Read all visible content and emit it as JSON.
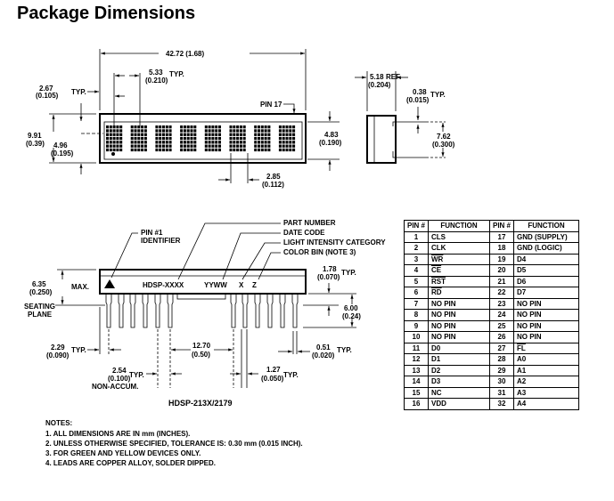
{
  "title": "Package Dimensions",
  "top_view": {
    "overall_length": "42.72 (1.68)",
    "char_pitch": "5.33",
    "char_pitch_in": "(0.210)",
    "typ": "TYP.",
    "edge_offset": "2.67",
    "edge_offset_in": "(0.105)",
    "pin17": "PIN 17",
    "height": "9.91",
    "height_in": "(0.39)",
    "center": "4.96",
    "center_in": "(0.195)",
    "char_height": "4.83",
    "char_height_in": "(0.190)",
    "char_width": "2.85",
    "char_width_in": "(0.112)"
  },
  "side_view": {
    "depth": "5.18",
    "ref": "REF.",
    "depth_in": "(0.204)",
    "lead": "0.38",
    "lead_in": "(0.015)",
    "typ": "TYP.",
    "row_spacing": "7.62",
    "row_spacing_in": "(0.300)"
  },
  "front_view": {
    "part_number": "PART NUMBER",
    "date_code": "DATE CODE",
    "light_intensity": "LIGHT INTENSITY CATEGORY",
    "color_bin": "COLOR BIN (NOTE 3)",
    "pin1": "PIN #1",
    "identifier": "IDENTIFIER",
    "marking_part": "HDSP-XXXX",
    "marking_date": "YYWW",
    "marking_x": "X",
    "marking_z": "Z",
    "max_h": "6.35",
    "max_h_in": "(0.250)",
    "max": "MAX.",
    "seating": "SEATING",
    "plane": "PLANE",
    "standoff": "1.78",
    "standoff_in": "(0.070)",
    "typ": "TYP.",
    "lead_len": "6.00",
    "lead_len_in": "(0.24)",
    "end": "2.29",
    "end_in": "(0.090)",
    "gap": "12.70",
    "gap_in": "(0.50)",
    "lead_w": "0.51",
    "lead_w_in": "(0.020)",
    "pitch": "2.54",
    "pitch_in": "(0.100)",
    "non_accum": "NON-ACCUM.",
    "lead_wide": "1.27",
    "lead_wide_in": "(0.050)",
    "caption": "HDSP-213X/2179"
  },
  "notes": {
    "heading": "NOTES:",
    "items": [
      "1. ALL DIMENSIONS ARE IN mm (INCHES).",
      "2. UNLESS OTHERWISE SPECIFIED, TOLERANCE IS: 0.30 mm (0.015 INCH).",
      "3. FOR GREEN AND YELLOW DEVICES ONLY.",
      "4. LEADS ARE COPPER ALLOY, SOLDER DIPPED."
    ]
  },
  "pin_table": {
    "headers": [
      "PIN #",
      "FUNCTION",
      "PIN #",
      "FUNCTION"
    ],
    "rows": [
      [
        "1",
        "CLS",
        "17",
        "GND (SUPPLY)"
      ],
      [
        "2",
        "CLK",
        "18",
        "GND (LOGIC)"
      ],
      [
        "3",
        "WR",
        "19",
        "D4"
      ],
      [
        "4",
        "CE",
        "20",
        "D5"
      ],
      [
        "5",
        "RST",
        "21",
        "D6"
      ],
      [
        "6",
        "RD",
        "22",
        "D7"
      ],
      [
        "7",
        "NO PIN",
        "23",
        "NO PIN"
      ],
      [
        "8",
        "NO PIN",
        "24",
        "NO PIN"
      ],
      [
        "9",
        "NO PIN",
        "25",
        "NO PIN"
      ],
      [
        "10",
        "NO PIN",
        "26",
        "NO PIN"
      ],
      [
        "11",
        "D0",
        "27",
        "FL"
      ],
      [
        "12",
        "D1",
        "28",
        "A0"
      ],
      [
        "13",
        "D2",
        "29",
        "A1"
      ],
      [
        "14",
        "D3",
        "30",
        "A2"
      ],
      [
        "15",
        "NC",
        "31",
        "A3"
      ],
      [
        "16",
        "VDD",
        "32",
        "A4"
      ]
    ],
    "overlined": [
      "WR",
      "CE",
      "RST",
      "RD",
      "FL"
    ]
  }
}
